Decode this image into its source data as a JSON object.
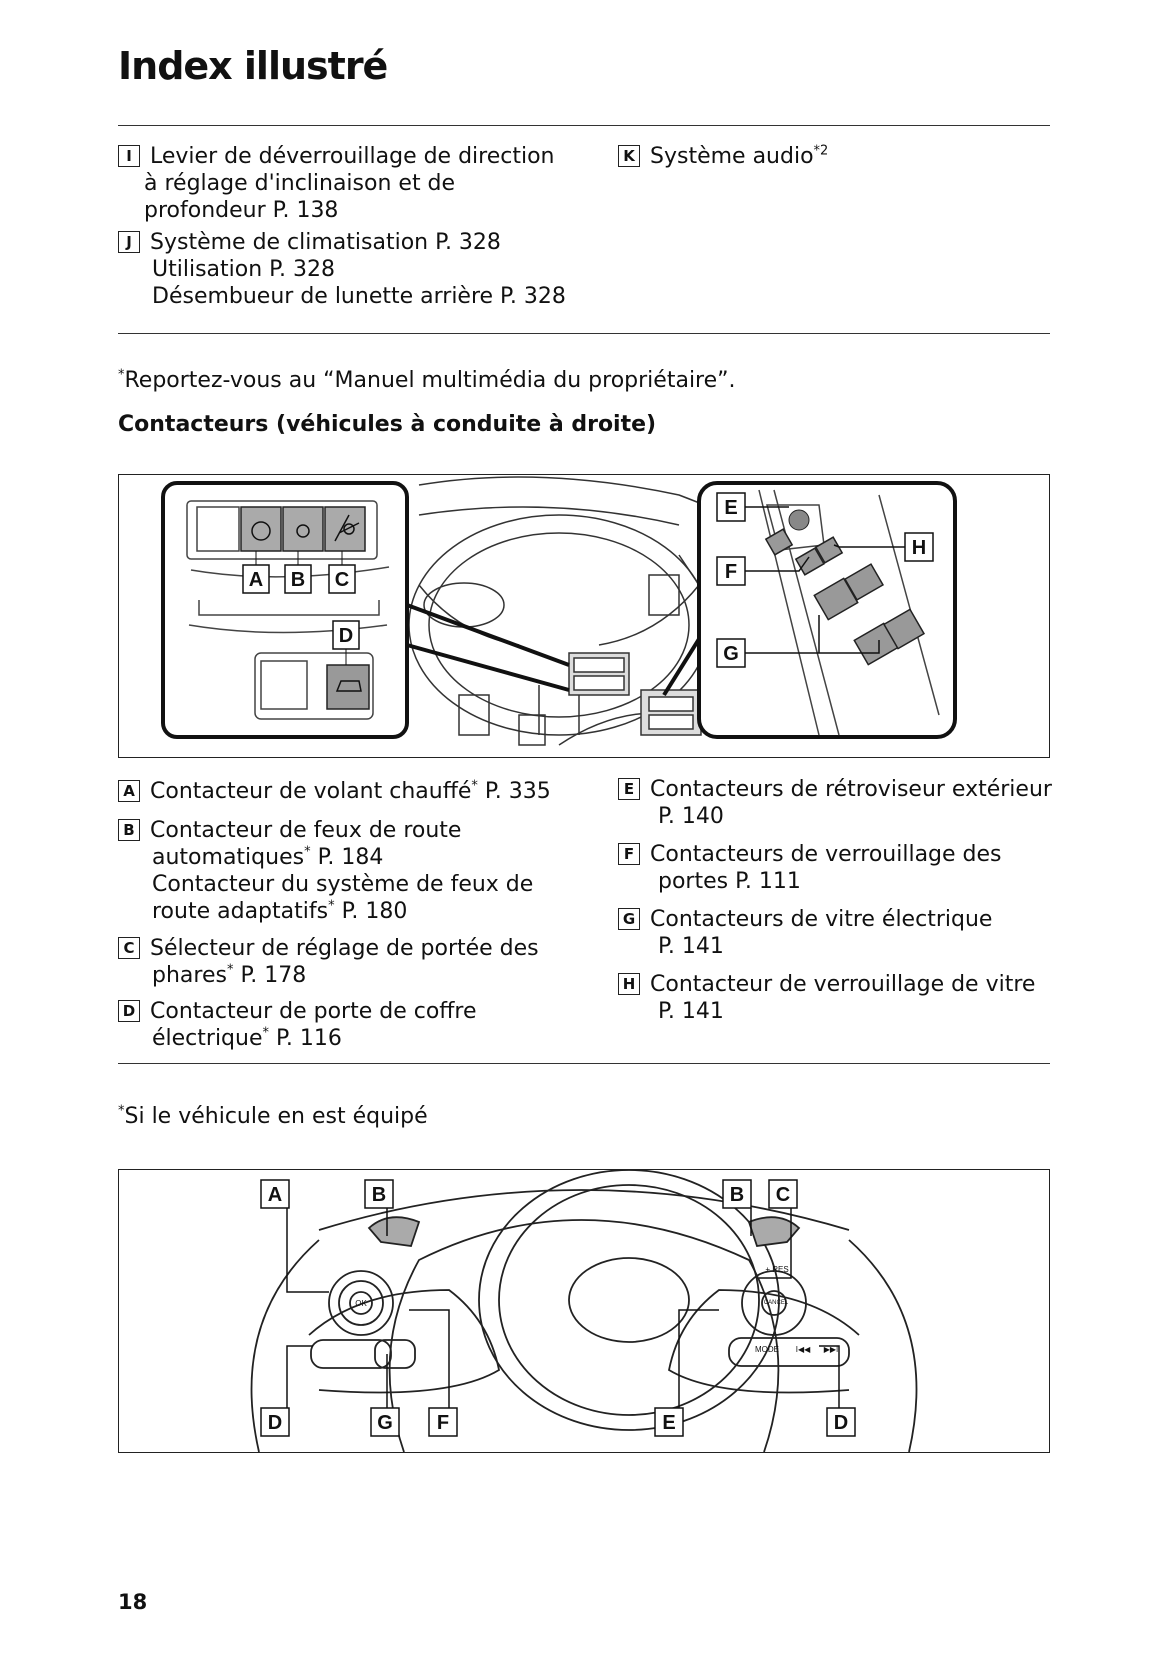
{
  "header": {
    "title": "Index illustré"
  },
  "top_list": {
    "I": {
      "key": "I",
      "lines": [
        "Levier de déverrouillage de direction",
        "à réglage d'inclinaison et de",
        "profondeur P. 138"
      ]
    },
    "J": {
      "key": "J",
      "lines": [
        "Système de climatisation P. 328",
        "Utilisation P. 328",
        "Désembueur de lunette arrière P. 328"
      ]
    },
    "K": {
      "key": "K",
      "text": "Système audio",
      "sup": "*2"
    }
  },
  "note1": {
    "star": "*",
    "text": "Reportez-vous au “Manuel multimédia du propriétaire”."
  },
  "section": {
    "heading": "Contacteurs (véhicules à conduite à droite)"
  },
  "figure1": {
    "labels": [
      "A",
      "B",
      "C",
      "D",
      "E",
      "F",
      "G",
      "H"
    ]
  },
  "list2": {
    "A": {
      "key": "A",
      "l1a": "Contacteur de volant chauffé",
      "l1b": " P. 335"
    },
    "B": {
      "key": "B",
      "l1": "Contacteur de feux de route",
      "l2a": "automatiques",
      "l2b": " P. 184",
      "l3": "Contacteur du système de feux de",
      "l4a": "route adaptatifs",
      "l4b": " P. 180"
    },
    "C": {
      "key": "C",
      "l1": "Sélecteur de réglage de portée des",
      "l2a": "phares",
      "l2b": " P. 178"
    },
    "D": {
      "key": "D",
      "l1": "Contacteur de porte de coffre",
      "l2a": "électrique",
      "l2b": " P. 116"
    },
    "E": {
      "key": "E",
      "l1": "Contacteurs de rétroviseur extérieur",
      "l2": "P. 140"
    },
    "F": {
      "key": "F",
      "l1": "Contacteurs de verrouillage des",
      "l2": "portes P. 111"
    },
    "G": {
      "key": "G",
      "l1": "Contacteurs de vitre électrique",
      "l2": "P. 141"
    },
    "H": {
      "key": "H",
      "l1": "Contacteur de verrouillage de vitre",
      "l2": "P. 141"
    },
    "star": "*"
  },
  "note2": {
    "star": "*",
    "text": "Si le véhicule en est équipé"
  },
  "figure2": {
    "labels": [
      "A",
      "B",
      "B",
      "C",
      "D",
      "G",
      "F",
      "E",
      "D"
    ],
    "button_text": {
      "ok": "OK",
      "res": "+ RES",
      "mode": "MODE",
      "cancel": "CANCEL",
      "prev": "I◀◀",
      "next": "▶▶I"
    }
  },
  "footer": {
    "page_number": "18"
  }
}
